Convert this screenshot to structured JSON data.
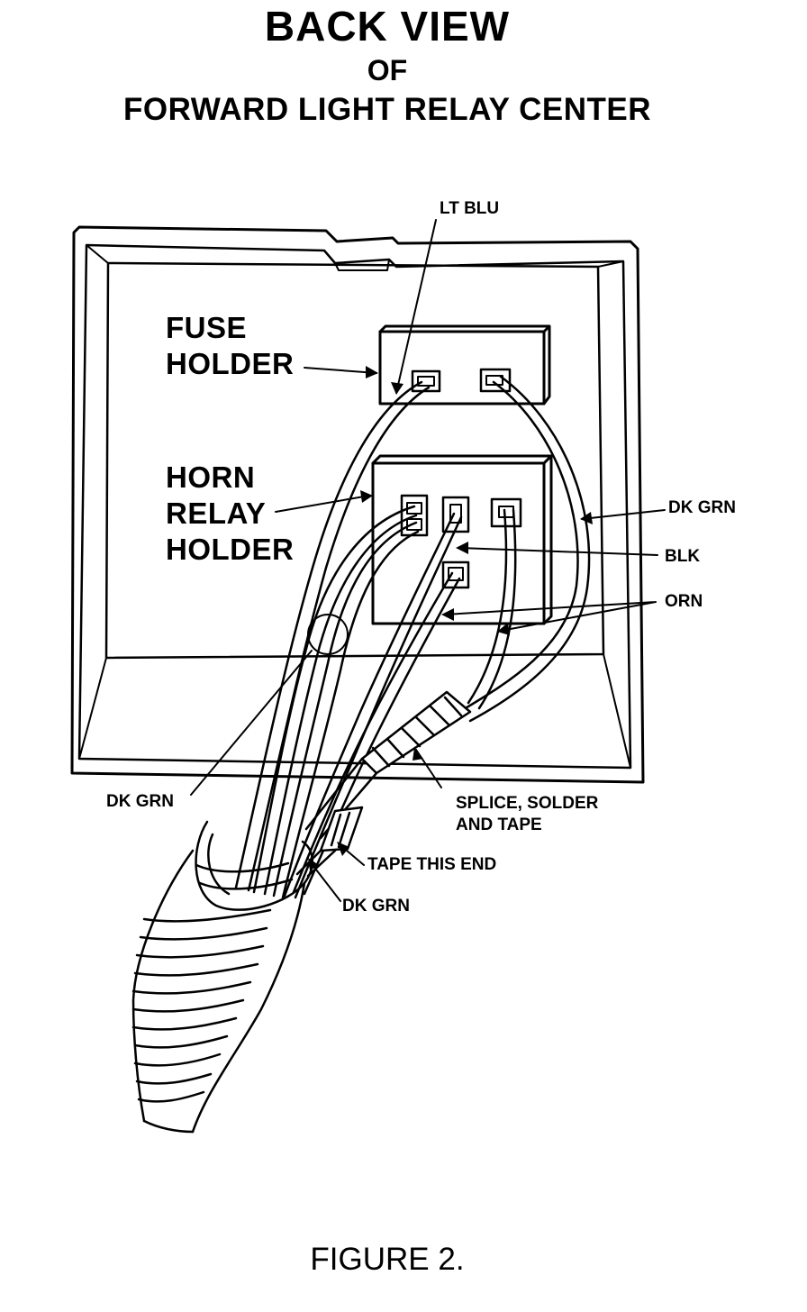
{
  "title": {
    "line1": "BACK VIEW",
    "line2": "OF",
    "line3": "FORWARD LIGHT RELAY CENTER"
  },
  "labels": {
    "fuse_holder": [
      "FUSE",
      "HOLDER"
    ],
    "horn_relay_holder": [
      "HORN",
      "RELAY",
      "HOLDER"
    ],
    "lt_blu": "LT BLU",
    "dk_grn_right": "DK GRN",
    "blk": "BLK",
    "orn": "ORN",
    "dk_grn_left": "DK GRN",
    "splice": [
      "SPLICE, SOLDER",
      "AND TAPE"
    ],
    "tape_this_end": "TAPE THIS END",
    "dk_grn_bottom": "DK GRN"
  },
  "caption": "FIGURE 2."
}
